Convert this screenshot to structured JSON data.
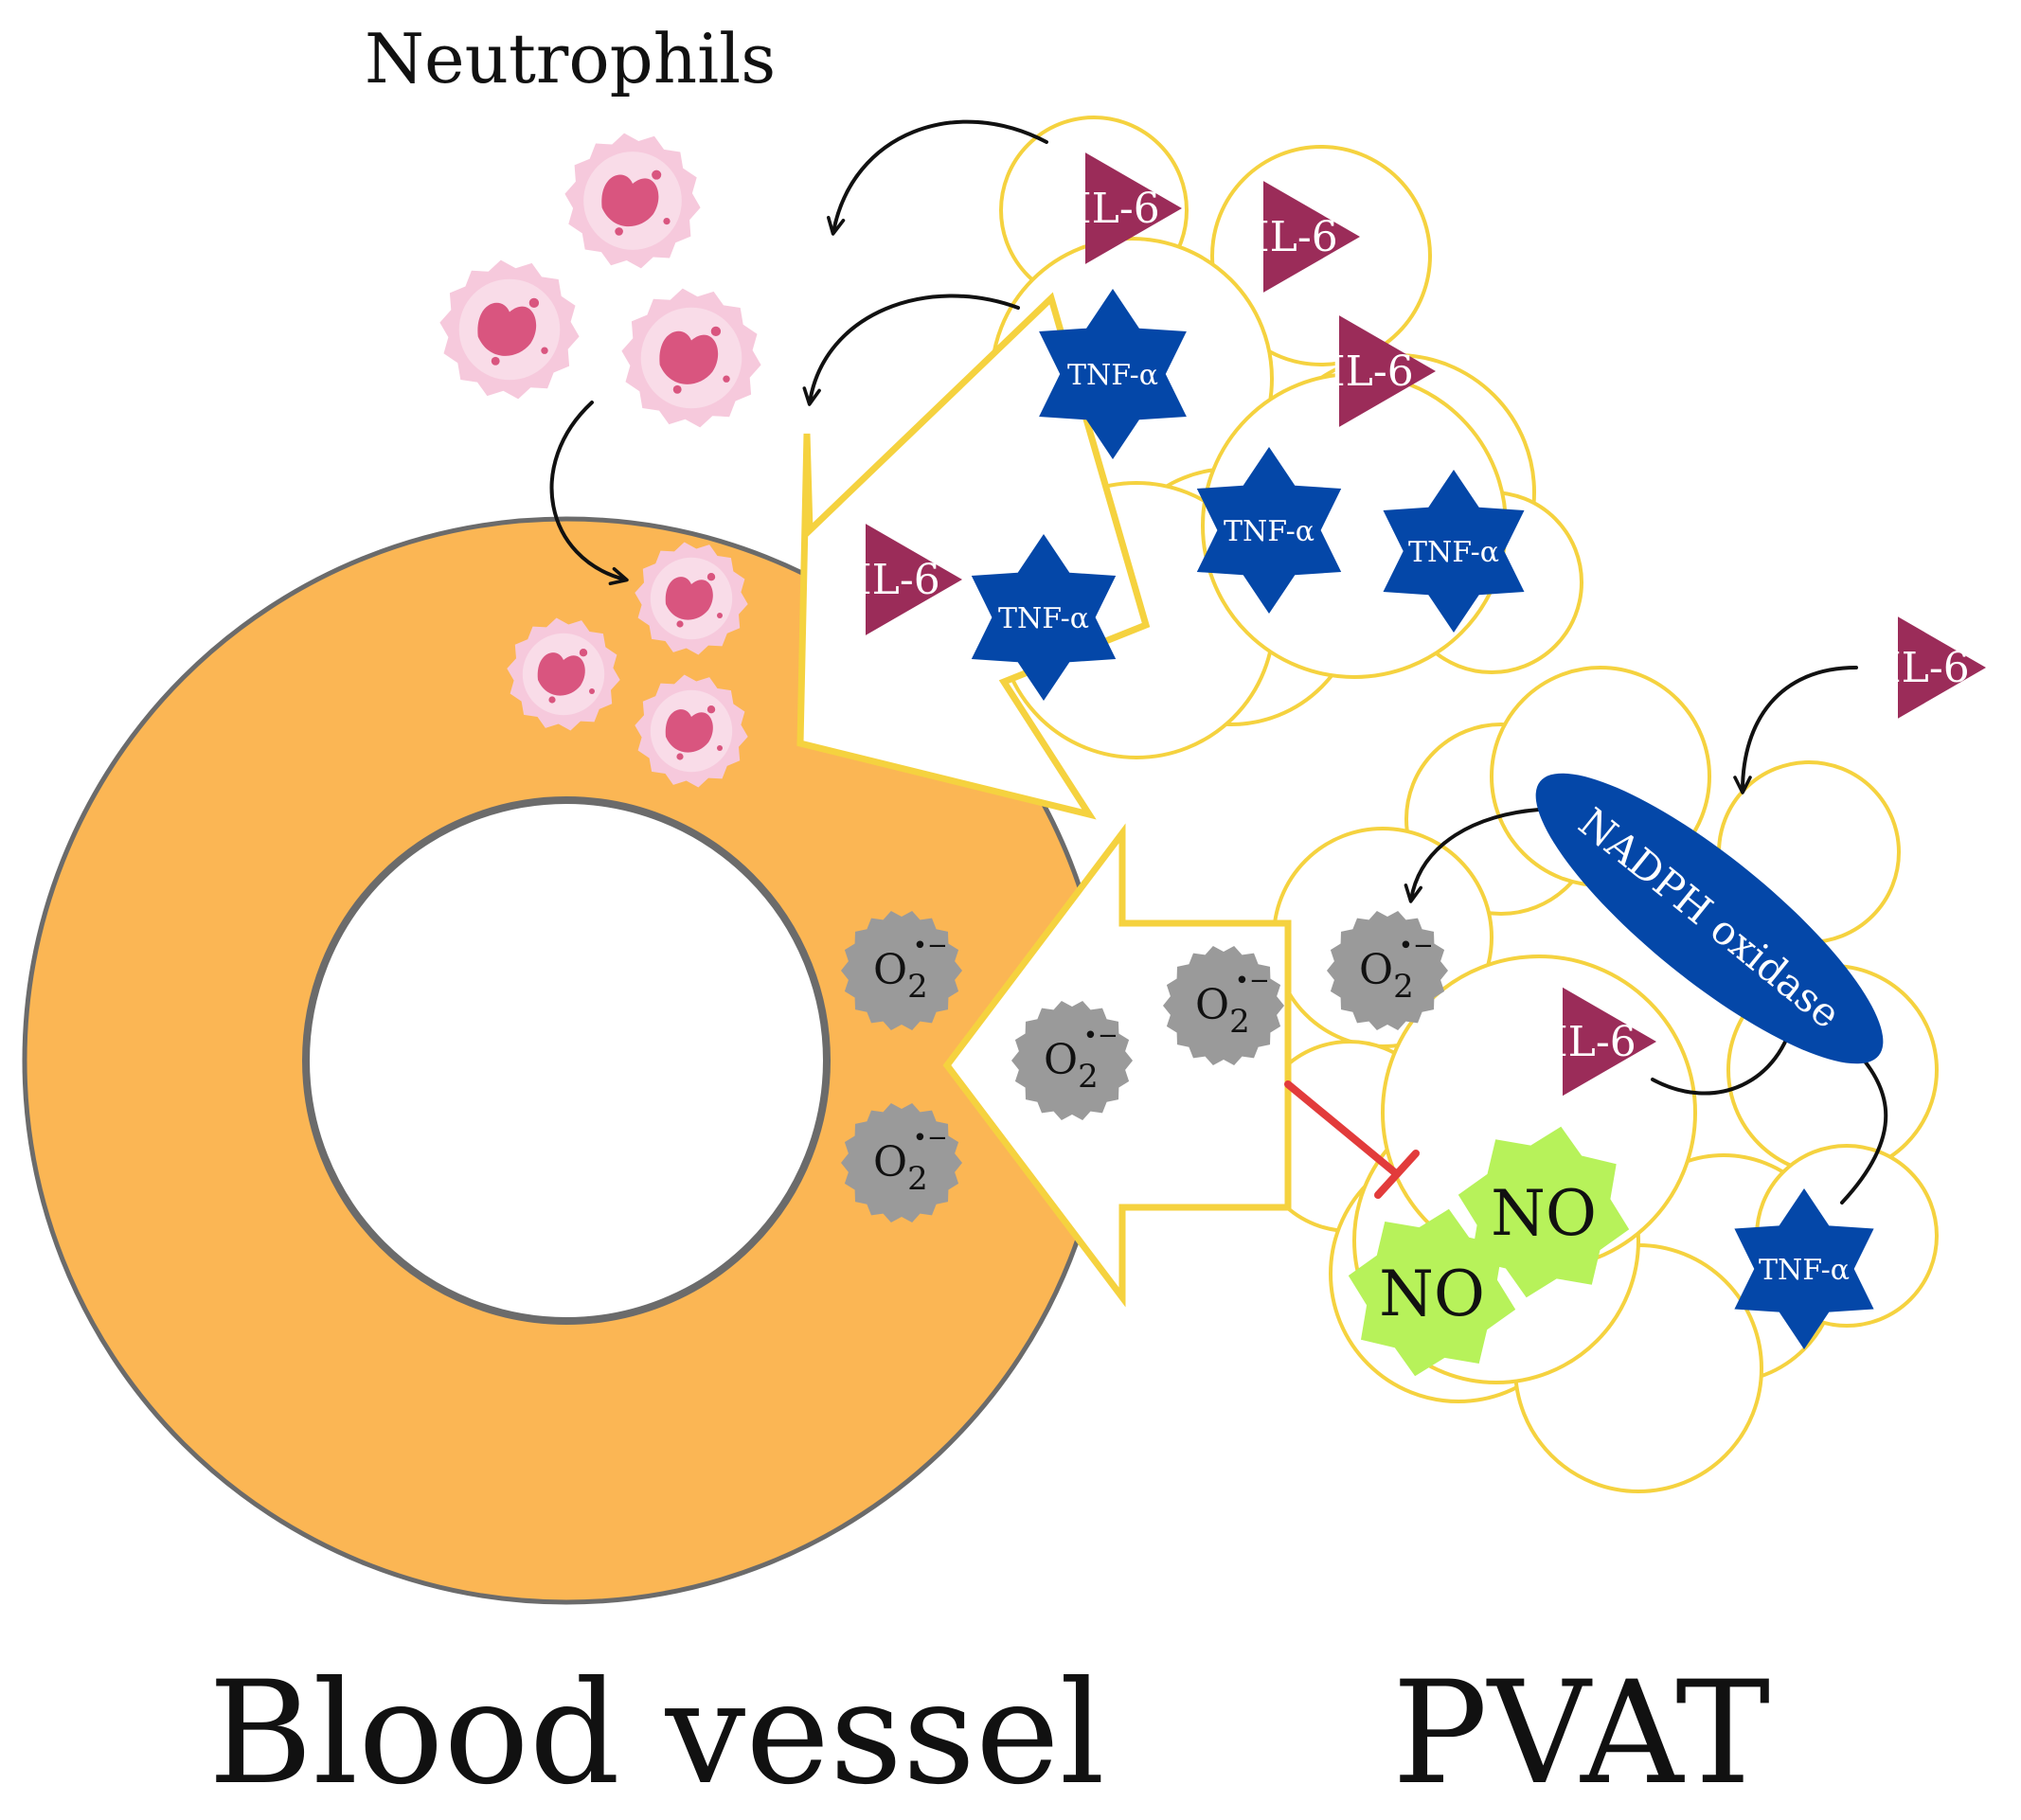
{
  "labels": {
    "neutrophils": "Neutrophils",
    "blood_vessel": "Blood vessel",
    "pvat": "PVAT",
    "nadph": "NADPH oxidase",
    "il6": "IL-6",
    "tnf": "TNF-α",
    "no": "NO",
    "o2": "O",
    "o2_sub": "2",
    "o2_sup": "•−"
  },
  "colors": {
    "vessel_wall": "#fbb654",
    "vessel_outline": "#6b6b6b",
    "adipocyte_outline": "#f5d23f",
    "il6": "#9b2c59",
    "tnf": "#0447a8",
    "nadph": "#0447a8",
    "no": "#b7f25a",
    "superoxide": "#9a9a9a",
    "inhibition": "#e23b3b",
    "neutrophil_outer": "#f6c9dc",
    "neutrophil_inner": "#d9557f"
  },
  "icons": {
    "neutrophil": "neutrophil-cell-icon",
    "il6": "hexagon-icon",
    "tnf": "six-point-star-icon",
    "no": "starburst-icon",
    "superoxide": "spiky-circle-icon"
  }
}
